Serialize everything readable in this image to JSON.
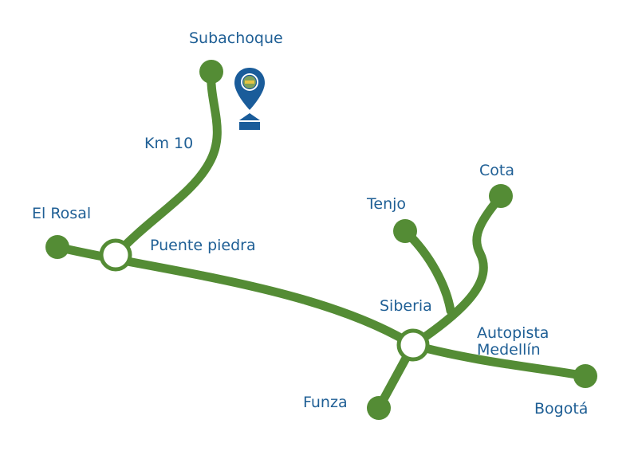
{
  "colors": {
    "road": "#548c35",
    "label": "#1f5f95",
    "marker": "#1a5c9a",
    "junction_fill": "#ffffff"
  },
  "places": {
    "subachoque": "Subachoque",
    "km10": "Km 10",
    "el_rosal": "El Rosal",
    "puente_piedra": "Puente piedra",
    "tenjo": "Tenjo",
    "cota": "Cota",
    "siberia": "Siberia",
    "autopista_line1": "Autopista",
    "autopista_line2": "Medellín",
    "funza": "Funza",
    "bogota": "Bogotá"
  },
  "marker": {
    "icon": "location-pin-icon",
    "building_icon": "building-icon"
  }
}
